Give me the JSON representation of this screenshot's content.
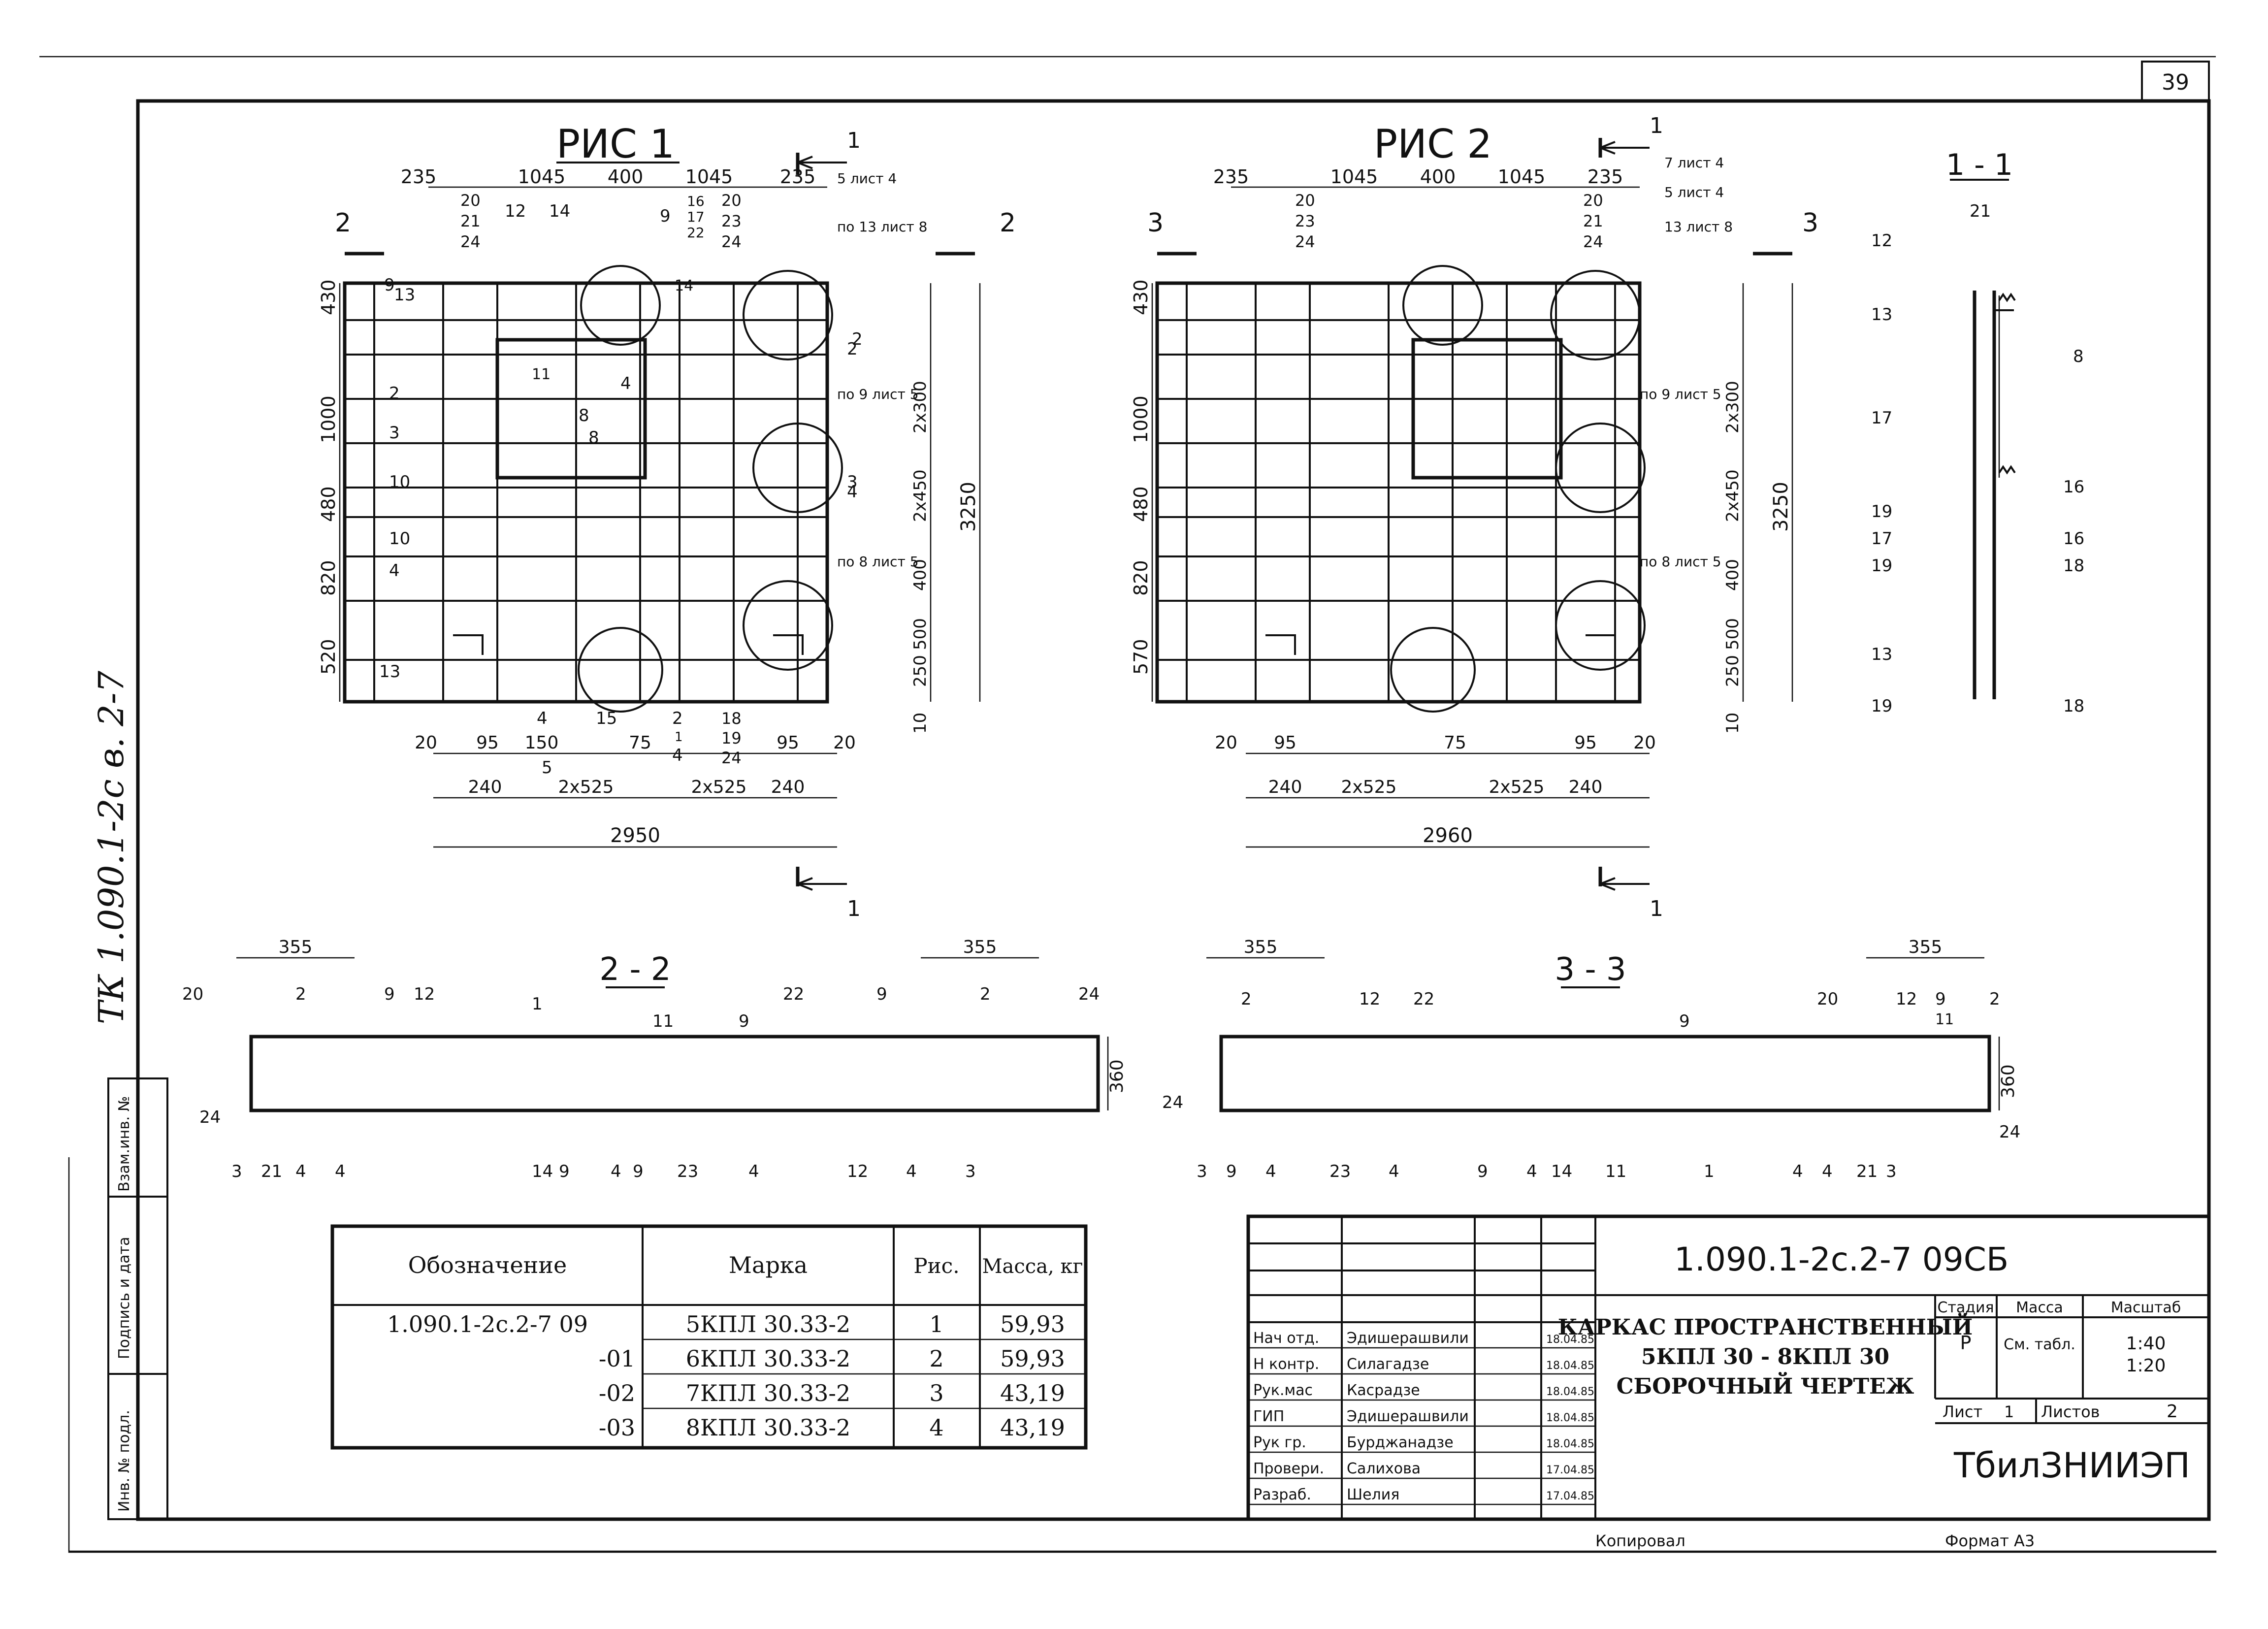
{
  "sheet": {
    "number": "39",
    "handwritten_side_note": "ТК 1.090.1-2с в. 2-7",
    "copied_label": "Копировал",
    "format_label": "Формат А3"
  },
  "fig1": {
    "title": "РИС 1",
    "top_dims": [
      "235",
      "1045",
      "400",
      "1045",
      "235"
    ],
    "top_marks_left": [
      "20",
      "21",
      "24"
    ],
    "top_marks_right": [
      "20",
      "23",
      "24"
    ],
    "top_marks_mid": [
      "16",
      "17",
      "22"
    ],
    "left_dims": [
      "430",
      "1000",
      "480",
      "820",
      "520"
    ],
    "right_dims": [
      "2x300",
      "2x450",
      "400",
      "500",
      "250",
      "10"
    ],
    "total_height": "3250",
    "bottom_dims": [
      "20",
      "95",
      "150",
      "75",
      "95",
      "20"
    ],
    "bottom_dims2": [
      "240",
      "2x525",
      "2x525",
      "240"
    ],
    "total_width": "2950",
    "ref_notes": [
      "5 лист 4",
      "по 13 лист 8",
      "по 9 лист 5",
      "по 8 лист 5"
    ],
    "marks": [
      "9",
      "12",
      "14",
      "9",
      "13",
      "2",
      "3",
      "11",
      "4",
      "8",
      "10",
      "10",
      "4",
      "13",
      "4",
      "15",
      "2",
      "1",
      "18",
      "19",
      "24",
      "5",
      "4",
      "2",
      "3",
      "4",
      "8",
      "14",
      "2"
    ]
  },
  "fig2": {
    "title": "РИС 2",
    "top_dims": [
      "235",
      "1045",
      "400",
      "1045",
      "235"
    ],
    "top_marks_left": [
      "20",
      "23",
      "24"
    ],
    "top_marks_right": [
      "20",
      "21",
      "24"
    ],
    "left_dims": [
      "430",
      "1000",
      "480",
      "820",
      "570"
    ],
    "right_dims": [
      "2x300",
      "2x450",
      "400",
      "500",
      "250",
      "10"
    ],
    "total_height": "3250",
    "bottom_dims": [
      "20",
      "95",
      "75",
      "95",
      "20"
    ],
    "bottom_dims2": [
      "240",
      "2x525",
      "2x525",
      "240"
    ],
    "total_width": "2960",
    "ref_notes": [
      "7 лист 4",
      "5 лист 4",
      "13 лист 8",
      "по 9 лист 5",
      "по 8 лист 5"
    ]
  },
  "section11": {
    "title": "1 - 1",
    "marks": [
      "21",
      "12",
      "13",
      "8",
      "17",
      "16",
      "19",
      "17",
      "16",
      "19",
      "18",
      "13",
      "19",
      "18"
    ]
  },
  "section22": {
    "title": "2 - 2",
    "dim": "355",
    "dim2": "355",
    "height": "360",
    "marks_top": [
      "20",
      "2",
      "9",
      "12",
      "1",
      "11",
      "9",
      "22",
      "9",
      "2",
      "24"
    ],
    "marks_bottom": [
      "24",
      "3",
      "21",
      "4",
      "4",
      "14",
      "9",
      "4",
      "9",
      "23",
      "4",
      "12",
      "4",
      "3"
    ]
  },
  "section33": {
    "title": "3 - 3",
    "dim": "355",
    "dim2": "355",
    "height": "360",
    "marks_top": [
      "2",
      "12",
      "22",
      "9",
      "20",
      "12",
      "9",
      "11",
      "2"
    ],
    "marks_bottom": [
      "24",
      "3",
      "9",
      "4",
      "23",
      "4",
      "9",
      "4",
      "14",
      "11",
      "1",
      "4",
      "4",
      "21",
      "3",
      "24"
    ]
  },
  "spec_table": {
    "headers": [
      "Обозначение",
      "Марка",
      "Рис.",
      "Масса, кг"
    ],
    "rows": [
      [
        "1.090.1-2с.2-7 09",
        "5КПЛ 30.33-2",
        "1",
        "59,93"
      ],
      [
        "-01",
        "6КПЛ 30.33-2",
        "2",
        "59,93"
      ],
      [
        "-02",
        "7КПЛ 30.33-2",
        "3",
        "43,19"
      ],
      [
        "-03",
        "8КПЛ 30.33-2",
        "4",
        "43,19"
      ]
    ]
  },
  "title_block": {
    "code": "1.090.1-2с.2-7  09СБ",
    "name_lines": [
      "КАРКАС ПРОСТРАНСТВЕННЫЙ",
      "5КПЛ 30 - 8КПЛ 30",
      "СБОРОЧНЫЙ  ЧЕРТЕЖ"
    ],
    "stage_label": "Стадия",
    "mass_label": "Масса",
    "scale_label": "Масштаб",
    "stage": "Р",
    "mass": "См. табл.",
    "scale1": "1:40",
    "scale2": "1:20",
    "sheet_label": "Лист",
    "sheet": "1",
    "sheets_label": "Листов",
    "sheets": "2",
    "org": "ТбилЗНИИЭП",
    "staff": [
      {
        "role": "Нач отд.",
        "name": "Эдишерашвили",
        "date": "18.04.85"
      },
      {
        "role": "Н контр.",
        "name": "Силагадзе",
        "date": "18.04.85"
      },
      {
        "role": "Рук.мас",
        "name": "Касрадзе",
        "date": "18.04.85"
      },
      {
        "role": "ГИП",
        "name": "Эдишерашвили",
        "date": "18.04.85"
      },
      {
        "role": "Рук гр.",
        "name": "Бурджанадзе",
        "date": "18.04.85"
      },
      {
        "role": "Провери.",
        "name": "Салихова",
        "date": "17.04.85"
      },
      {
        "role": "Разраб.",
        "name": "Шелия",
        "date": "17.04.85"
      }
    ]
  },
  "left_stamp": {
    "labels": [
      "Взам.инв. №",
      "Подпись и дата",
      "Инв. № подл."
    ]
  }
}
